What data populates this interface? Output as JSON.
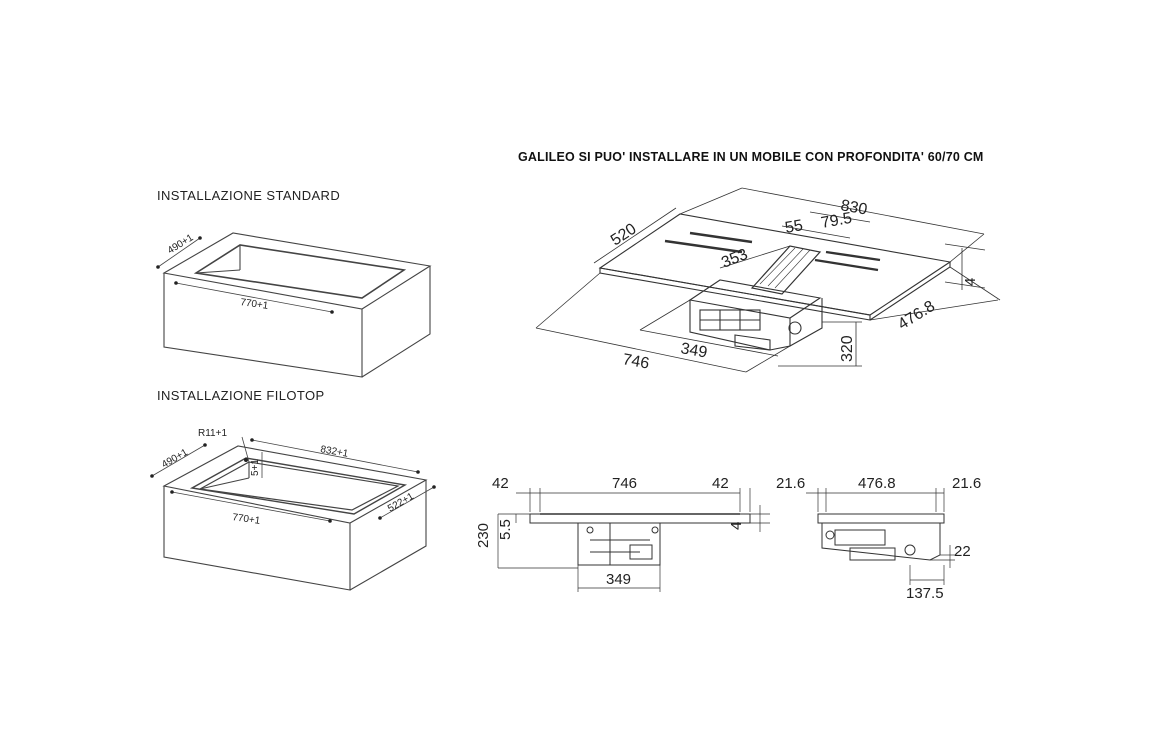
{
  "headline": "GALILEO SI PUO' INSTALLARE IN UN MOBILE CON PROFONDITA' 60/70 CM",
  "standard": {
    "title": "INSTALLAZIONE STANDARD",
    "depth": "490+1",
    "width": "770+1"
  },
  "filotop": {
    "title": "INSTALLAZIONE FILOTOP",
    "radius": "R11+1",
    "depth": "490+1",
    "outer_width": "832+1",
    "step": "5+1",
    "width": "770+1",
    "outer_depth": "522+1"
  },
  "iso": {
    "width": "830",
    "depth": "520",
    "a": "55",
    "b": "79.5",
    "c": "353",
    "thickness": "4",
    "side": "476.8",
    "bottom_width": "746",
    "motor_width": "349",
    "height": "320"
  },
  "front": {
    "left": "42",
    "width": "746",
    "right": "42",
    "total_h": "230",
    "glass_h": "5.5",
    "thick": "4",
    "motor": "349"
  },
  "side": {
    "left": "21.6",
    "width": "476.8",
    "right": "21.6",
    "h": "22",
    "depth": "137.5"
  }
}
